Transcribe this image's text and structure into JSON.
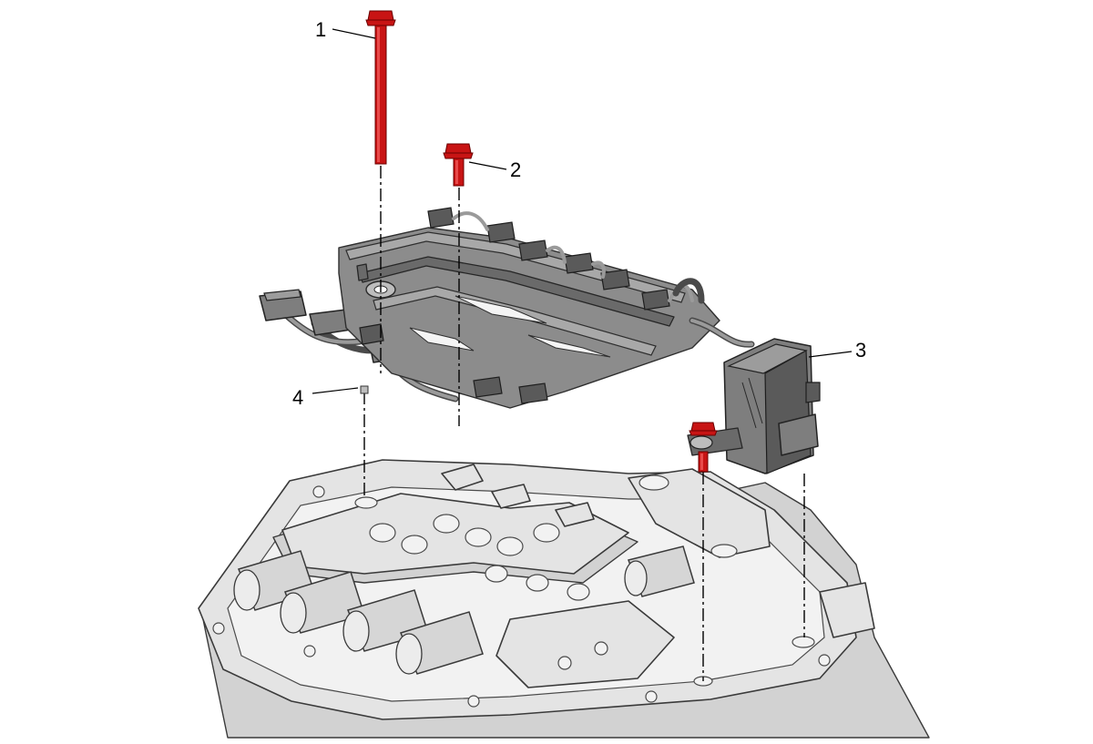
{
  "callouts": [
    {
      "id": "1",
      "label": "1"
    },
    {
      "id": "2",
      "label": "2"
    },
    {
      "id": "3",
      "label": "3"
    },
    {
      "id": "4",
      "label": "4"
    }
  ],
  "colors": {
    "fastener": "#c81414",
    "harness": "#8c8c8c",
    "housing": "#e4e4e4",
    "line": "#000000"
  }
}
